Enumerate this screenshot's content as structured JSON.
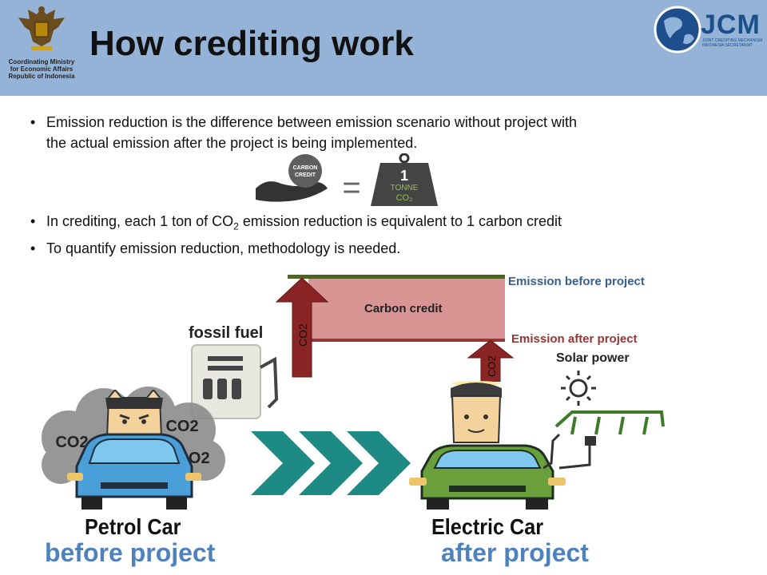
{
  "header": {
    "title": "How crediting work",
    "ministry_logo_text": [
      "Coordinating Ministry",
      "for Economic Affairs",
      "Republic of Indonesia"
    ],
    "jcm_logo_text": "JCM",
    "jcm_logo_subtext": [
      "JOINT CREDITING MECHANISM",
      "INDONESIA SECRETARIAT"
    ],
    "colors": {
      "header_bg": "#95b3d7"
    }
  },
  "bullets": [
    {
      "text": "Emission reduction is the difference between emission scenario without project with",
      "text2": "the actual emission after the project is being implemented."
    },
    {
      "text_pre": "In crediting, each 1 ton of CO",
      "subscript": "2",
      "text_post": " emission reduction is equivalent to 1 carbon credit"
    },
    {
      "text": "To quantify emission reduction, methodology is needed."
    }
  ],
  "equation": {
    "coin_text": [
      "CARBON",
      "CREDIT"
    ],
    "equals": "=",
    "weight_number": "1",
    "weight_unit": "TONNE",
    "weight_gas": "CO₂"
  },
  "diagram": {
    "carbon_credit_label": "Carbon credit",
    "emission_before_label": "Emission  before project",
    "emission_after_label": "Emission  after project",
    "arrow_label_left": "CO2",
    "arrow_label_right": "CO2",
    "colors": {
      "credit_fill": "#d99594",
      "arrow": "#8b2525",
      "before_line": "#4f6228",
      "after_line": "#953735",
      "before_text": "#376092",
      "after_text": "#953735"
    }
  },
  "illustration": {
    "fossil_fuel": "fossil fuel",
    "solar_power": "Solar power",
    "cloud_labels": [
      "CO2",
      "CO2",
      "CO2"
    ],
    "petrol_car": "Petrol Car",
    "electric_car": "Electric Car"
  },
  "labels": {
    "before_project": "before project",
    "after_project": "after project"
  }
}
